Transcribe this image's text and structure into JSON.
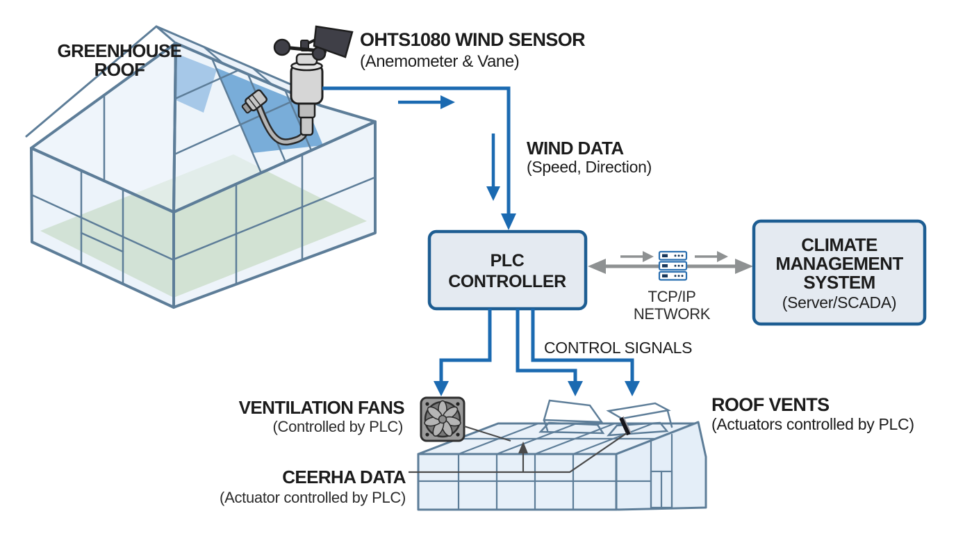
{
  "colors": {
    "blue": "#1b6ab1",
    "boxBorder": "#1d5d92",
    "boxFill": "#e4eaf1",
    "frame": "#5d7d98",
    "glass": "#ddeaf6",
    "glassLight": "#e9f1f9",
    "panelDark": "#79add9",
    "panelLight": "#a6c8e8",
    "floorGreen": "#c6dab0",
    "gray": "#8e9192",
    "leader": "#4a4a4a",
    "darkMetal": "#3f3f47",
    "serverBlue": "#2a6fb0",
    "serverInk": "#16365a",
    "text": "#1b1b1b"
  },
  "labels": {
    "greenhouseRoof": {
      "line1": "GREENHOUSE",
      "line2": "ROOF"
    },
    "windSensor": {
      "title": "OHTS1080 WIND SENSOR",
      "subtitle": "(Anemometer & Vane)"
    },
    "windData": {
      "title": "WIND DATA",
      "subtitle": "(Speed, Direction)"
    },
    "plc": {
      "line1": "PLC",
      "line2": "CONTROLLER"
    },
    "tcpip": {
      "line1": "TCP/IP",
      "line2": "NETWORK"
    },
    "climate": {
      "line1": "CLIMATE",
      "line2": "MANAGEMENT",
      "line3": "SYSTEM",
      "line4": "(Server/SCADA)"
    },
    "controlSignals": "CONTROL SIGNALS",
    "ventilationFans": {
      "title": "VENTILATION FANS",
      "subtitle": "(Controlled by PLC)"
    },
    "ceerha": {
      "title": "CEERHA DATA",
      "subtitle": "(Actuator controlled by PLC)"
    },
    "roofVents": {
      "title": "ROOF VENTS",
      "subtitle": "(Actuators controlled by PLC)"
    }
  },
  "icons": {
    "windSensor": "anemometer-and-vane",
    "server": "server-stack",
    "fan": "ventilation-fan-rotor",
    "greenhouseLarge": "greenhouse-wireframe",
    "greenhouseSmall": "greenhouse-roof-with-vents",
    "roofVent": "open-vent-flap"
  }
}
